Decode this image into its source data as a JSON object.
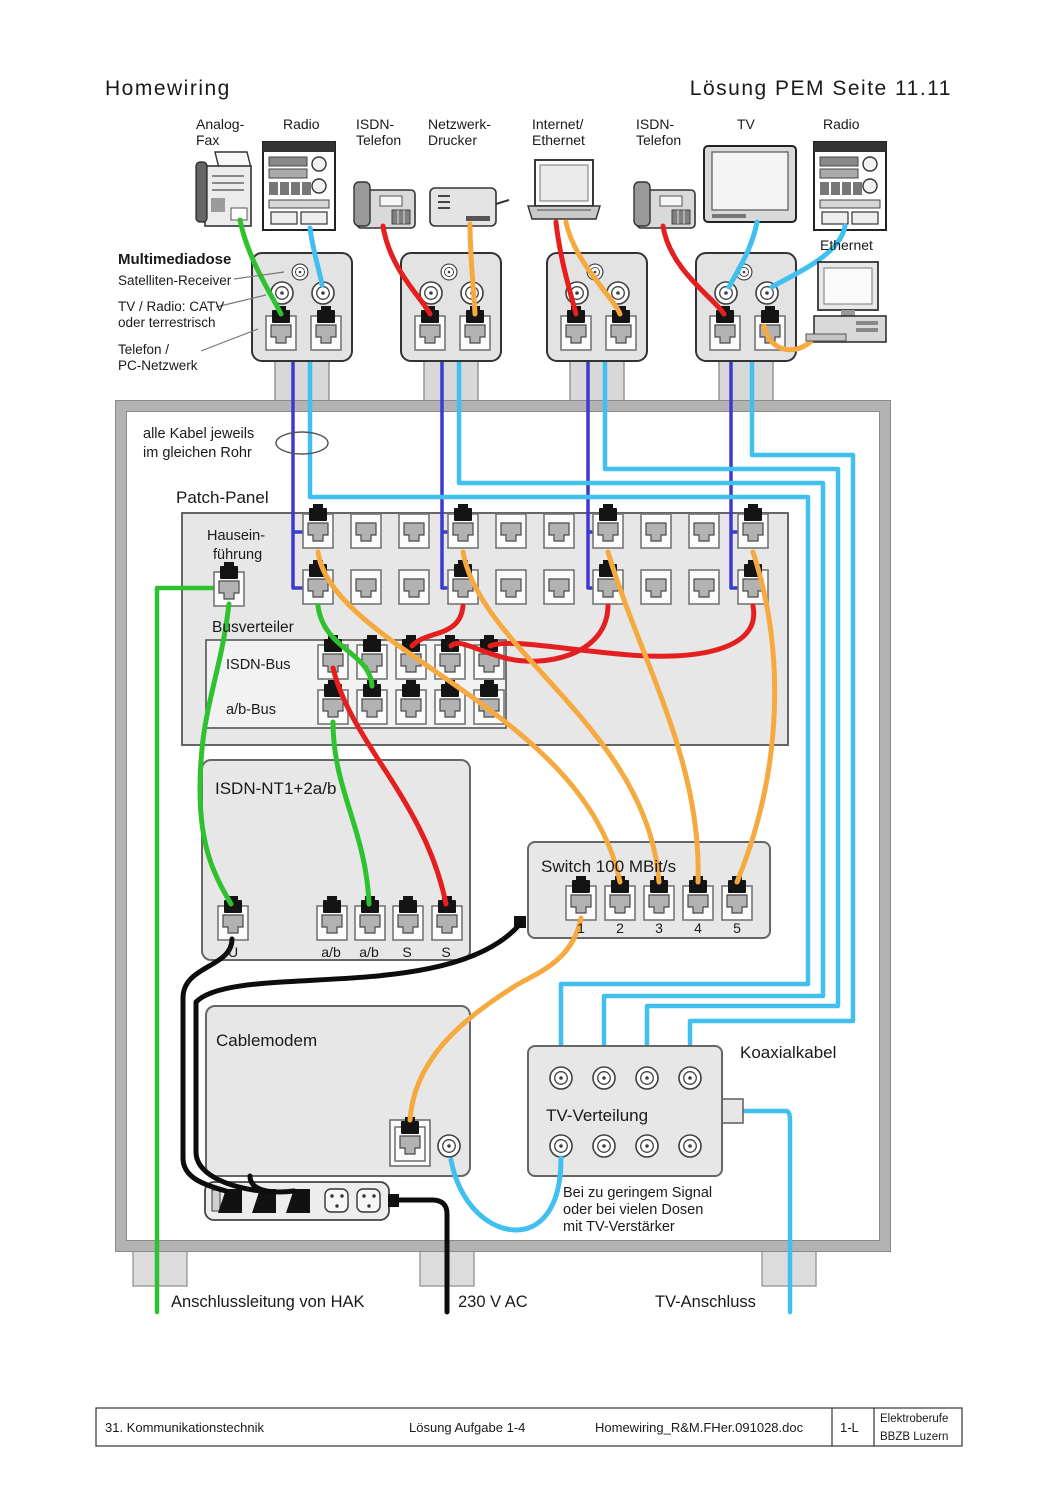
{
  "colors": {
    "green": "#2ec32e",
    "red": "#e51f1f",
    "orange": "#f6a93f",
    "cyan": "#41c0f0",
    "blue": "#3a3ace",
    "black": "#0d0d0d",
    "boxfill": "#e7e7e7",
    "cabinet_border": "#b3b3b3"
  },
  "header": {
    "title": "Homewiring",
    "page_ref": "Lösung PEM Seite 11.11"
  },
  "top_devices": [
    {
      "name": "analog-fax",
      "lines": [
        "Analog-",
        "Fax"
      ]
    },
    {
      "name": "radio",
      "lines": [
        "Radio"
      ]
    },
    {
      "name": "isdn-telefon",
      "lines": [
        "ISDN-",
        "Telefon"
      ]
    },
    {
      "name": "netzwerk-drucker",
      "lines": [
        "Netzwerk-",
        "Drucker"
      ]
    },
    {
      "name": "internet-ethernet",
      "lines": [
        "Internet/",
        "Ethernet"
      ]
    },
    {
      "name": "isdn-telefon-2",
      "lines": [
        "ISDN-",
        "Telefon"
      ]
    },
    {
      "name": "tv",
      "lines": [
        "TV"
      ]
    },
    {
      "name": "radio-2",
      "lines": [
        "Radio"
      ]
    }
  ],
  "outlet_legend": {
    "title": "Multimediadose",
    "sat": "Satelliten-Receiver",
    "catv1": "TV / Radio: CATV",
    "catv2": "oder terrestrisch",
    "tel1": "Telefon /",
    "tel2": "PC-Netzwerk"
  },
  "ethernet_label": "Ethernet",
  "cabinet": {
    "rohr_note1": "alle Kabel jeweils",
    "rohr_note2": "im gleichen Rohr",
    "patch_panel": {
      "title": "Patch-Panel",
      "feed1": "Hausein-",
      "feed2": "führung"
    },
    "busverteiler": {
      "title": "Busverteiler",
      "row1": "ISDN-Bus",
      "row2": "a/b-Bus"
    },
    "nt1": {
      "title": "ISDN-NT1+2a/b",
      "ports": [
        "U",
        "a/b",
        "a/b",
        "S",
        "S"
      ]
    },
    "switch": {
      "title": "Switch 100 MBit/s",
      "ports": [
        "1",
        "2",
        "3",
        "4",
        "5"
      ]
    },
    "cablemodem": {
      "title": "Cablemodem"
    },
    "tv_dist": {
      "title": "TV-Verteilung",
      "koax": "Koaxialkabel",
      "note1": "Bei zu geringem Signal",
      "note2": "oder bei vielen Dosen",
      "note3": "mit TV-Verstärker"
    }
  },
  "bottom_labels": {
    "hak": "Anschlussleitung von HAK",
    "power": "230 V AC",
    "tv": "TV-Anschluss"
  },
  "footer": {
    "col1": "31. Kommunikationstechnik",
    "col2": "Lösung Aufgabe 1-4",
    "col3": "Homewiring_R&M.FHer.091028.doc",
    "col4": "1-L",
    "org1": "Elektroberufe",
    "org2": "BBZB  Luzern"
  }
}
